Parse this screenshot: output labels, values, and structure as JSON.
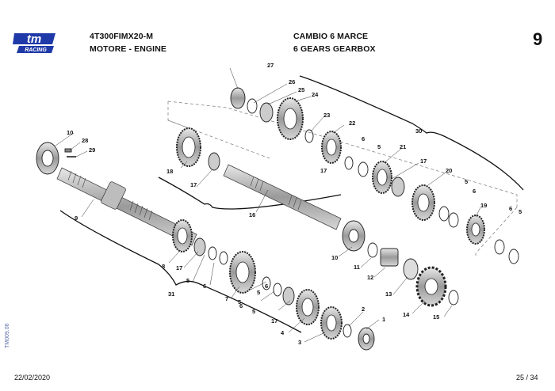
{
  "header": {
    "model": "4T300FIMX20-M",
    "group": "MOTORE - ENGINE",
    "title_it": "CAMBIO 6 MARCE",
    "title_en": "6 GEARS GEARBOX",
    "page_number": "9"
  },
  "logo": {
    "text": "tm",
    "subtext": "RACING",
    "color": "#1f3aa8"
  },
  "footer": {
    "date": "22/02/2020",
    "page": "25 / 34",
    "side_code": "TM009.06"
  },
  "callouts": [
    "1",
    "2",
    "3",
    "4",
    "5",
    "5",
    "5",
    "5",
    "5",
    "5",
    "5",
    "6",
    "6",
    "6",
    "6",
    "6",
    "6",
    "7",
    "8",
    "9",
    "10",
    "10",
    "11",
    "12",
    "13",
    "14",
    "15",
    "16",
    "17",
    "17",
    "17",
    "17",
    "17",
    "18",
    "19",
    "20",
    "21",
    "22",
    "23",
    "24",
    "25",
    "26",
    "27",
    "28",
    "29",
    "30",
    "31"
  ]
}
